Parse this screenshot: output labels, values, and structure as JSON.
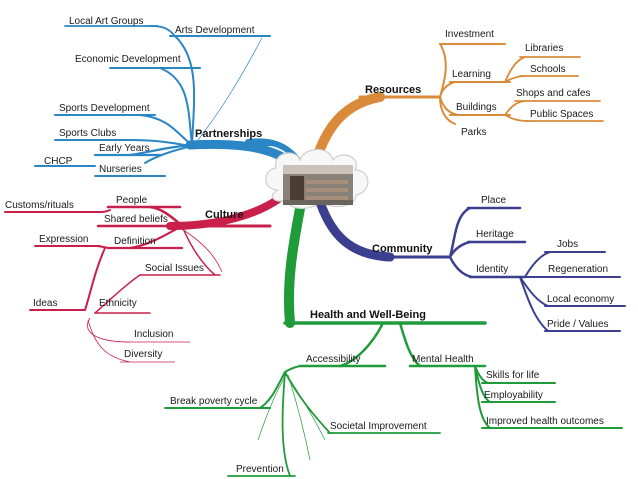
{
  "colors": {
    "partnerships": "#2a86c4",
    "resources": "#d98b3a",
    "culture": "#c8204a",
    "community": "#3c3f8f",
    "health": "#1f9b3a"
  },
  "center_image": "photo of a modern building inside a cloud shape",
  "branches": {
    "partnerships": {
      "label": "Partnerships",
      "items": {
        "local_art_groups": "Local Art Groups",
        "arts_development": "Arts Development",
        "economic_development": "Economic Development",
        "sports_development": "Sports Development",
        "sports_clubs": "Sports Clubs",
        "early_years": "Early Years",
        "chcp": "CHCP",
        "nurseries": "Nurseries"
      }
    },
    "resources": {
      "label": "Resources",
      "items": {
        "investment": "Investment",
        "libraries": "Libraries",
        "learning": "Learning",
        "schools": "Schools",
        "shops_cafes": "Shops and cafes",
        "buildings": "Buildings",
        "public_spaces": "Public Spaces",
        "parks": "Parks"
      }
    },
    "culture": {
      "label": "Culture",
      "items": {
        "customs": "Customs/rituals",
        "people": "People",
        "shared_beliefs": "Shared beliefs",
        "expression": "Expression",
        "definition": "Definition",
        "social_issues": "Social Issues",
        "ideas": "Ideas",
        "ethnicity": "Ethnicity",
        "inclusion": "Inclusion",
        "diversity": "Diversity"
      }
    },
    "community": {
      "label": "Community",
      "items": {
        "place": "Place",
        "heritage": "Heritage",
        "jobs": "Jobs",
        "identity": "Identity",
        "regeneration": "Regeneration",
        "local_economy": "Local economy",
        "pride_values": "Pride / Values"
      }
    },
    "health": {
      "label": "Health and Well-Being",
      "items": {
        "accessibility": "Accessibility",
        "mental_health": "Mental Health",
        "skills_for_life": "Skills for life",
        "employability": "Employability",
        "improved_outcomes": "Improved health outcomes",
        "break_poverty": "Break poverty cycle",
        "societal_improvement": "Societal Improvement",
        "prevention": "Prevention"
      }
    }
  }
}
